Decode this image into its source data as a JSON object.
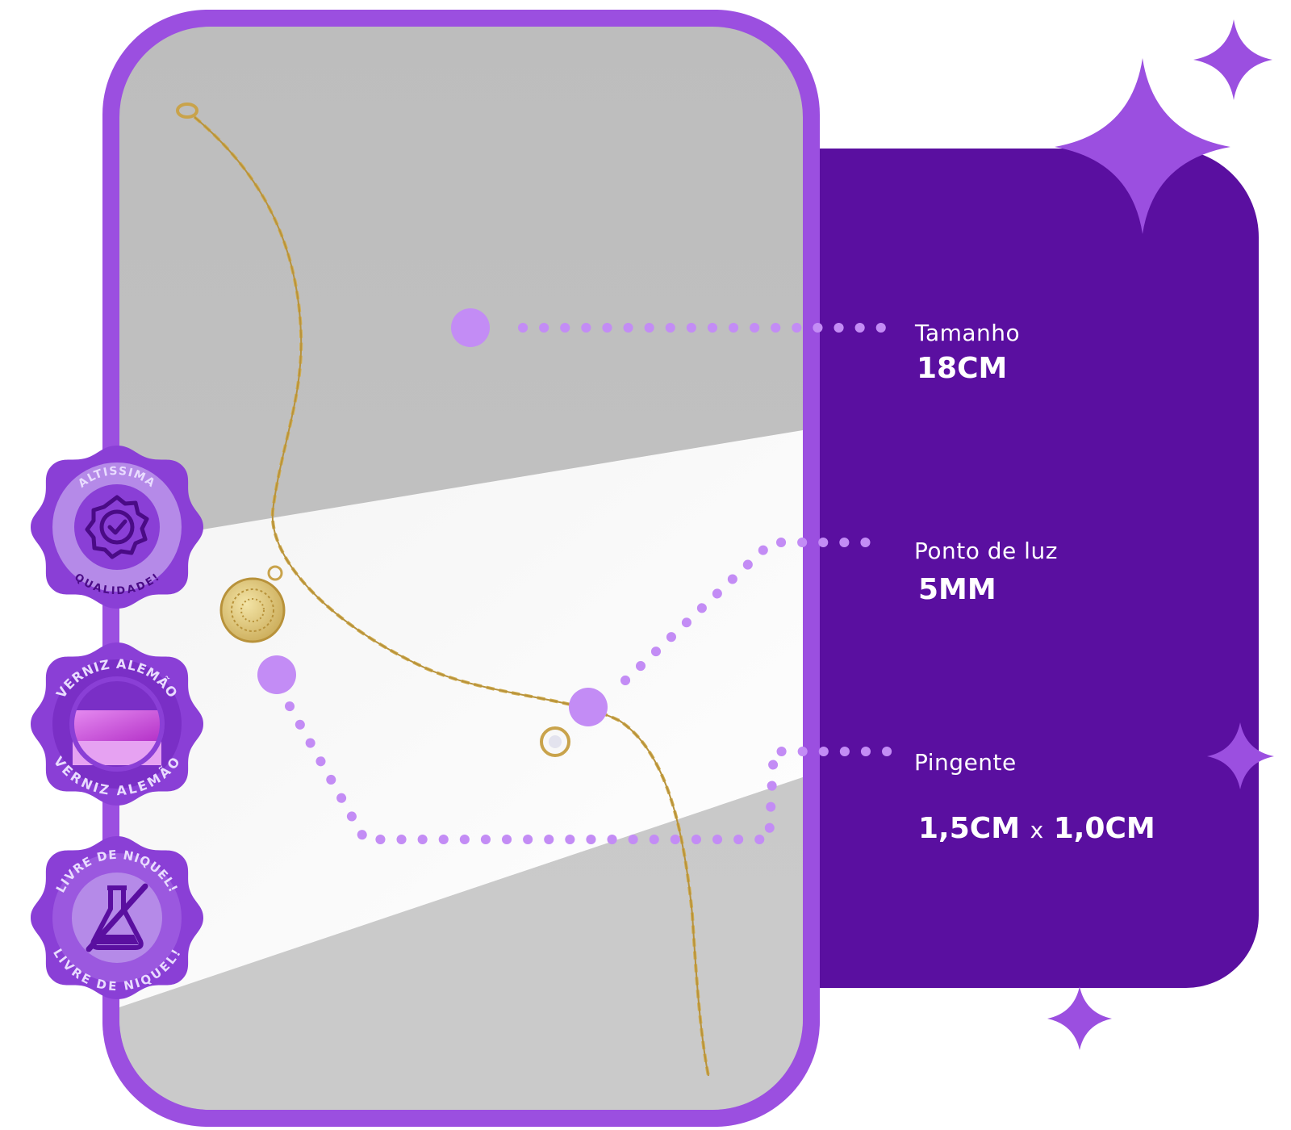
{
  "specs": {
    "size": {
      "label": "Tamanho",
      "value": "18CM"
    },
    "light_point": {
      "label": "Ponto de luz",
      "value": "5MM"
    },
    "pendant": {
      "label": "Pingente",
      "value_w": "1,5CM",
      "separator": "x",
      "value_h": "1,0CM"
    }
  },
  "badges": {
    "quality": {
      "top": "ALTISSIMA",
      "bottom": "QUALIDADE!"
    },
    "varnish": {
      "top": "VERNIZ ALEMÃO",
      "bottom": "VERNIZ ALEMÃO"
    },
    "nickel": {
      "top": "LIVRE DE NIQUEL!",
      "bottom": "LIVRE DE NIQUEL!"
    }
  },
  "icons": {
    "sparkles": "sparkle-icon",
    "quality": "check-seal-icon",
    "varnish": "varnish-swatch-icon",
    "nickel": "no-nickel-flask-icon"
  },
  "colors": {
    "brand_purple": "#9b4fe0",
    "panel_purple": "#5a0fa0",
    "dot_lavender": "#c38cf5",
    "badge_purple": "#8a3fd6"
  }
}
